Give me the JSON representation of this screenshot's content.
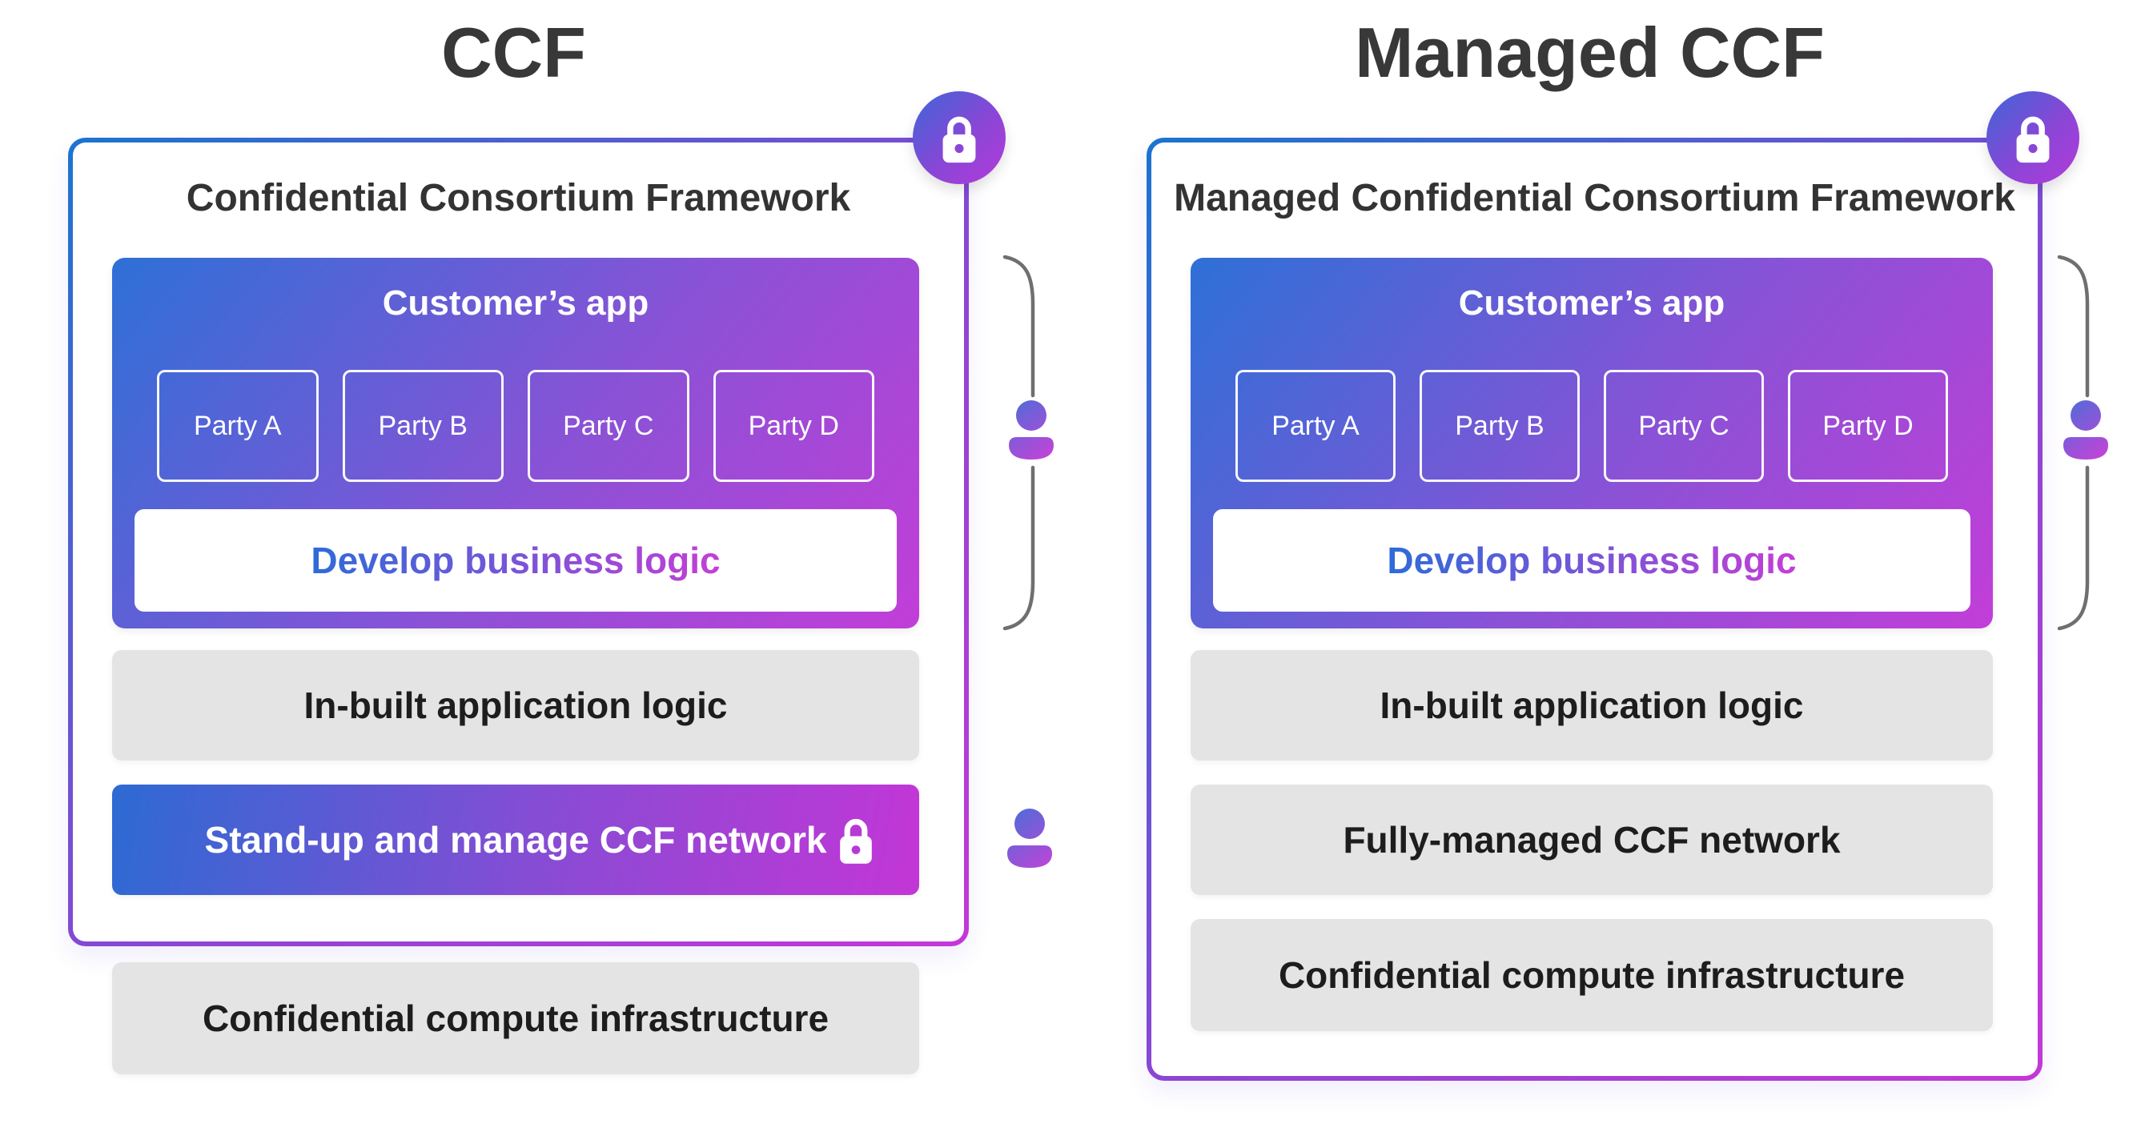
{
  "page": {
    "background": "#ffffff"
  },
  "colors": {
    "accent_blue": "#2e70d7",
    "accent_magenta": "#c23ed8",
    "border_gradient": [
      "#1b74d0",
      "#8a46d4",
      "#c437d8"
    ],
    "gray_box": "#e5e4e5",
    "gray_box_text": "#1d1d1d",
    "heading_text": "#333333",
    "title_text": "#383838",
    "bracket": "#6f6f6f"
  },
  "panels": [
    {
      "id": "ccf",
      "title": "CCF",
      "frame_heading": "Confidential Consortium Framework",
      "badge_icon": "lock-icon",
      "app": {
        "title": "Customer’s app",
        "parties": [
          "Party A",
          "Party B",
          "Party C",
          "Party D"
        ],
        "develop_label": "Develop business logic"
      },
      "rows": [
        {
          "label": "In-built application logic",
          "style": "gray"
        },
        {
          "label": "Stand-up and manage CCF network",
          "style": "gradient",
          "icon": "lock-icon"
        }
      ],
      "outside_row": {
        "label": "Confidential compute infrastructure",
        "style": "gray"
      },
      "annotations": [
        {
          "icon": "person-icon",
          "bracket": true,
          "spans": "customer-app"
        },
        {
          "icon": "person-icon",
          "bracket": false,
          "spans": "network-row"
        }
      ]
    },
    {
      "id": "managed-ccf",
      "title": "Managed CCF",
      "frame_heading": "Managed Confidential Consortium Framework",
      "badge_icon": "lock-icon",
      "app": {
        "title": "Customer’s app",
        "parties": [
          "Party A",
          "Party B",
          "Party C",
          "Party D"
        ],
        "develop_label": "Develop business logic"
      },
      "rows": [
        {
          "label": "In-built application logic",
          "style": "gray"
        },
        {
          "label": "Fully-managed CCF network",
          "style": "gray"
        },
        {
          "label": "Confidential compute infrastructure",
          "style": "gray"
        }
      ],
      "annotations": [
        {
          "icon": "person-icon",
          "bracket": true,
          "spans": "customer-app"
        }
      ]
    }
  ]
}
